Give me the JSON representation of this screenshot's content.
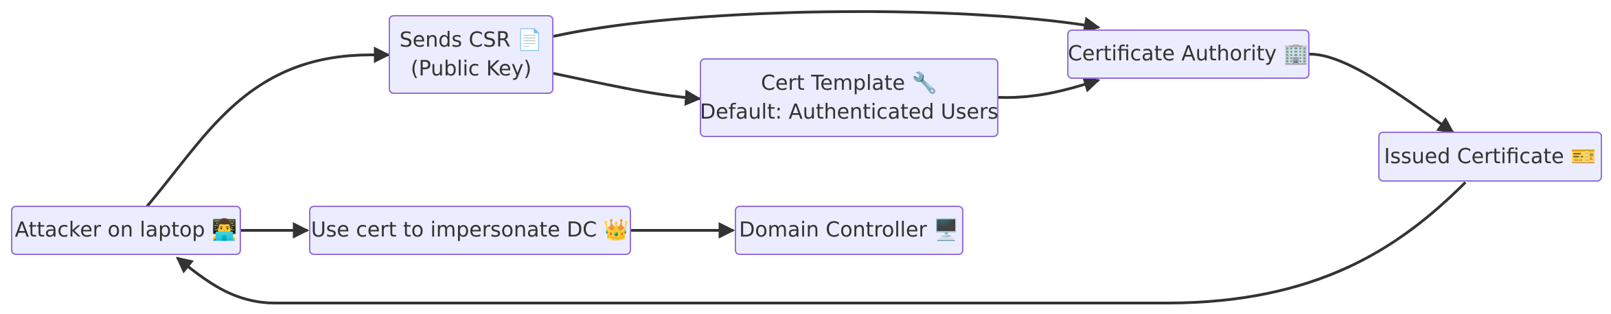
{
  "diagram": {
    "nodes": {
      "attacker": {
        "label": "Attacker on laptop 👨‍💻"
      },
      "csr": {
        "line1": "Sends CSR 📄",
        "line2": "(Public Key)"
      },
      "template": {
        "line1": "Cert Template 🔧",
        "line2": "Default: Authenticated Users"
      },
      "ca": {
        "label": "Certificate Authority 🏢"
      },
      "issued": {
        "label": "Issued Certificate 🎫"
      },
      "impersonate": {
        "label": "Use cert to impersonate DC 👑"
      },
      "dc": {
        "label": "Domain Controller 🖥️"
      }
    },
    "edges": [
      {
        "from": "attacker",
        "to": "csr"
      },
      {
        "from": "csr",
        "to": "ca"
      },
      {
        "from": "csr",
        "to": "template"
      },
      {
        "from": "template",
        "to": "ca"
      },
      {
        "from": "ca",
        "to": "issued"
      },
      {
        "from": "issued",
        "to": "attacker"
      },
      {
        "from": "attacker",
        "to": "impersonate"
      },
      {
        "from": "impersonate",
        "to": "dc"
      }
    ],
    "colors": {
      "node_fill": "#ececff",
      "node_border": "#9370db",
      "edge": "#333333",
      "text": "#333333"
    }
  }
}
